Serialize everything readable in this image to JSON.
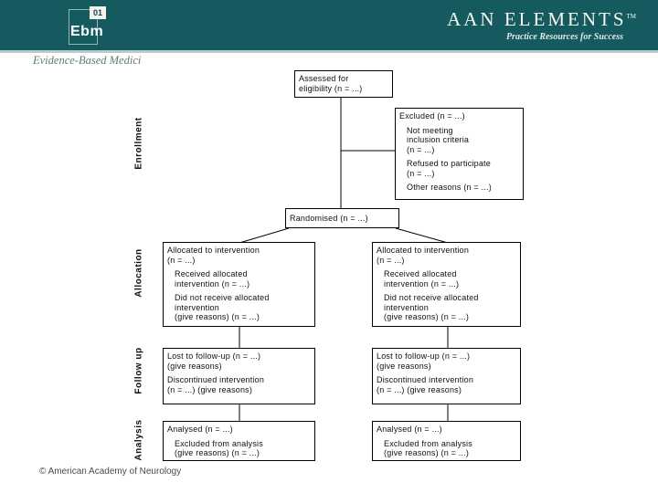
{
  "header": {
    "logo_badge": "01",
    "logo_text": "Ebm",
    "brand_title": "AAN ELEMENTS",
    "brand_tm": "TM",
    "brand_tagline": "Practice Resources for Success",
    "colors": {
      "header_bg": "#145a5e",
      "header_underline": "#b5cdce"
    }
  },
  "subtitle": "Evidence-Based Medici",
  "stage_labels": {
    "enrollment": "Enrollment",
    "allocation": "Allocation",
    "followup": "Follow up",
    "analysis": "Analysis"
  },
  "diagram": {
    "assessed": [
      "Assessed for",
      "eligibility (n = ...)"
    ],
    "excluded": {
      "title": "Excluded (n = ...)",
      "p2": [
        "Not meeting",
        "inclusion criteria",
        "(n = ...)"
      ],
      "p3": [
        "Refused to participate",
        "(n = ...)"
      ],
      "p4": [
        "Other reasons (n = ...)"
      ]
    },
    "randomised": "Randomised (n = ...)",
    "allocated": {
      "p1": [
        "Allocated to intervention",
        "(n = ...)"
      ],
      "p2": [
        "Received allocated",
        "intervention (n = ...)"
      ],
      "p3": [
        "Did not receive allocated",
        "intervention",
        "(give reasons) (n = ...)"
      ]
    },
    "followup": {
      "p1": [
        "Lost to follow-up (n = ...)",
        "(give reasons)"
      ],
      "p2": [
        "Discontinued intervention",
        "(n = ...) (give reasons)"
      ]
    },
    "analysed": {
      "p1": "Analysed (n = ...)",
      "p2": [
        "Excluded from analysis",
        "(give reasons) (n = ...)"
      ]
    }
  },
  "footer": {
    "copyright": "© American Academy of Neurology"
  }
}
